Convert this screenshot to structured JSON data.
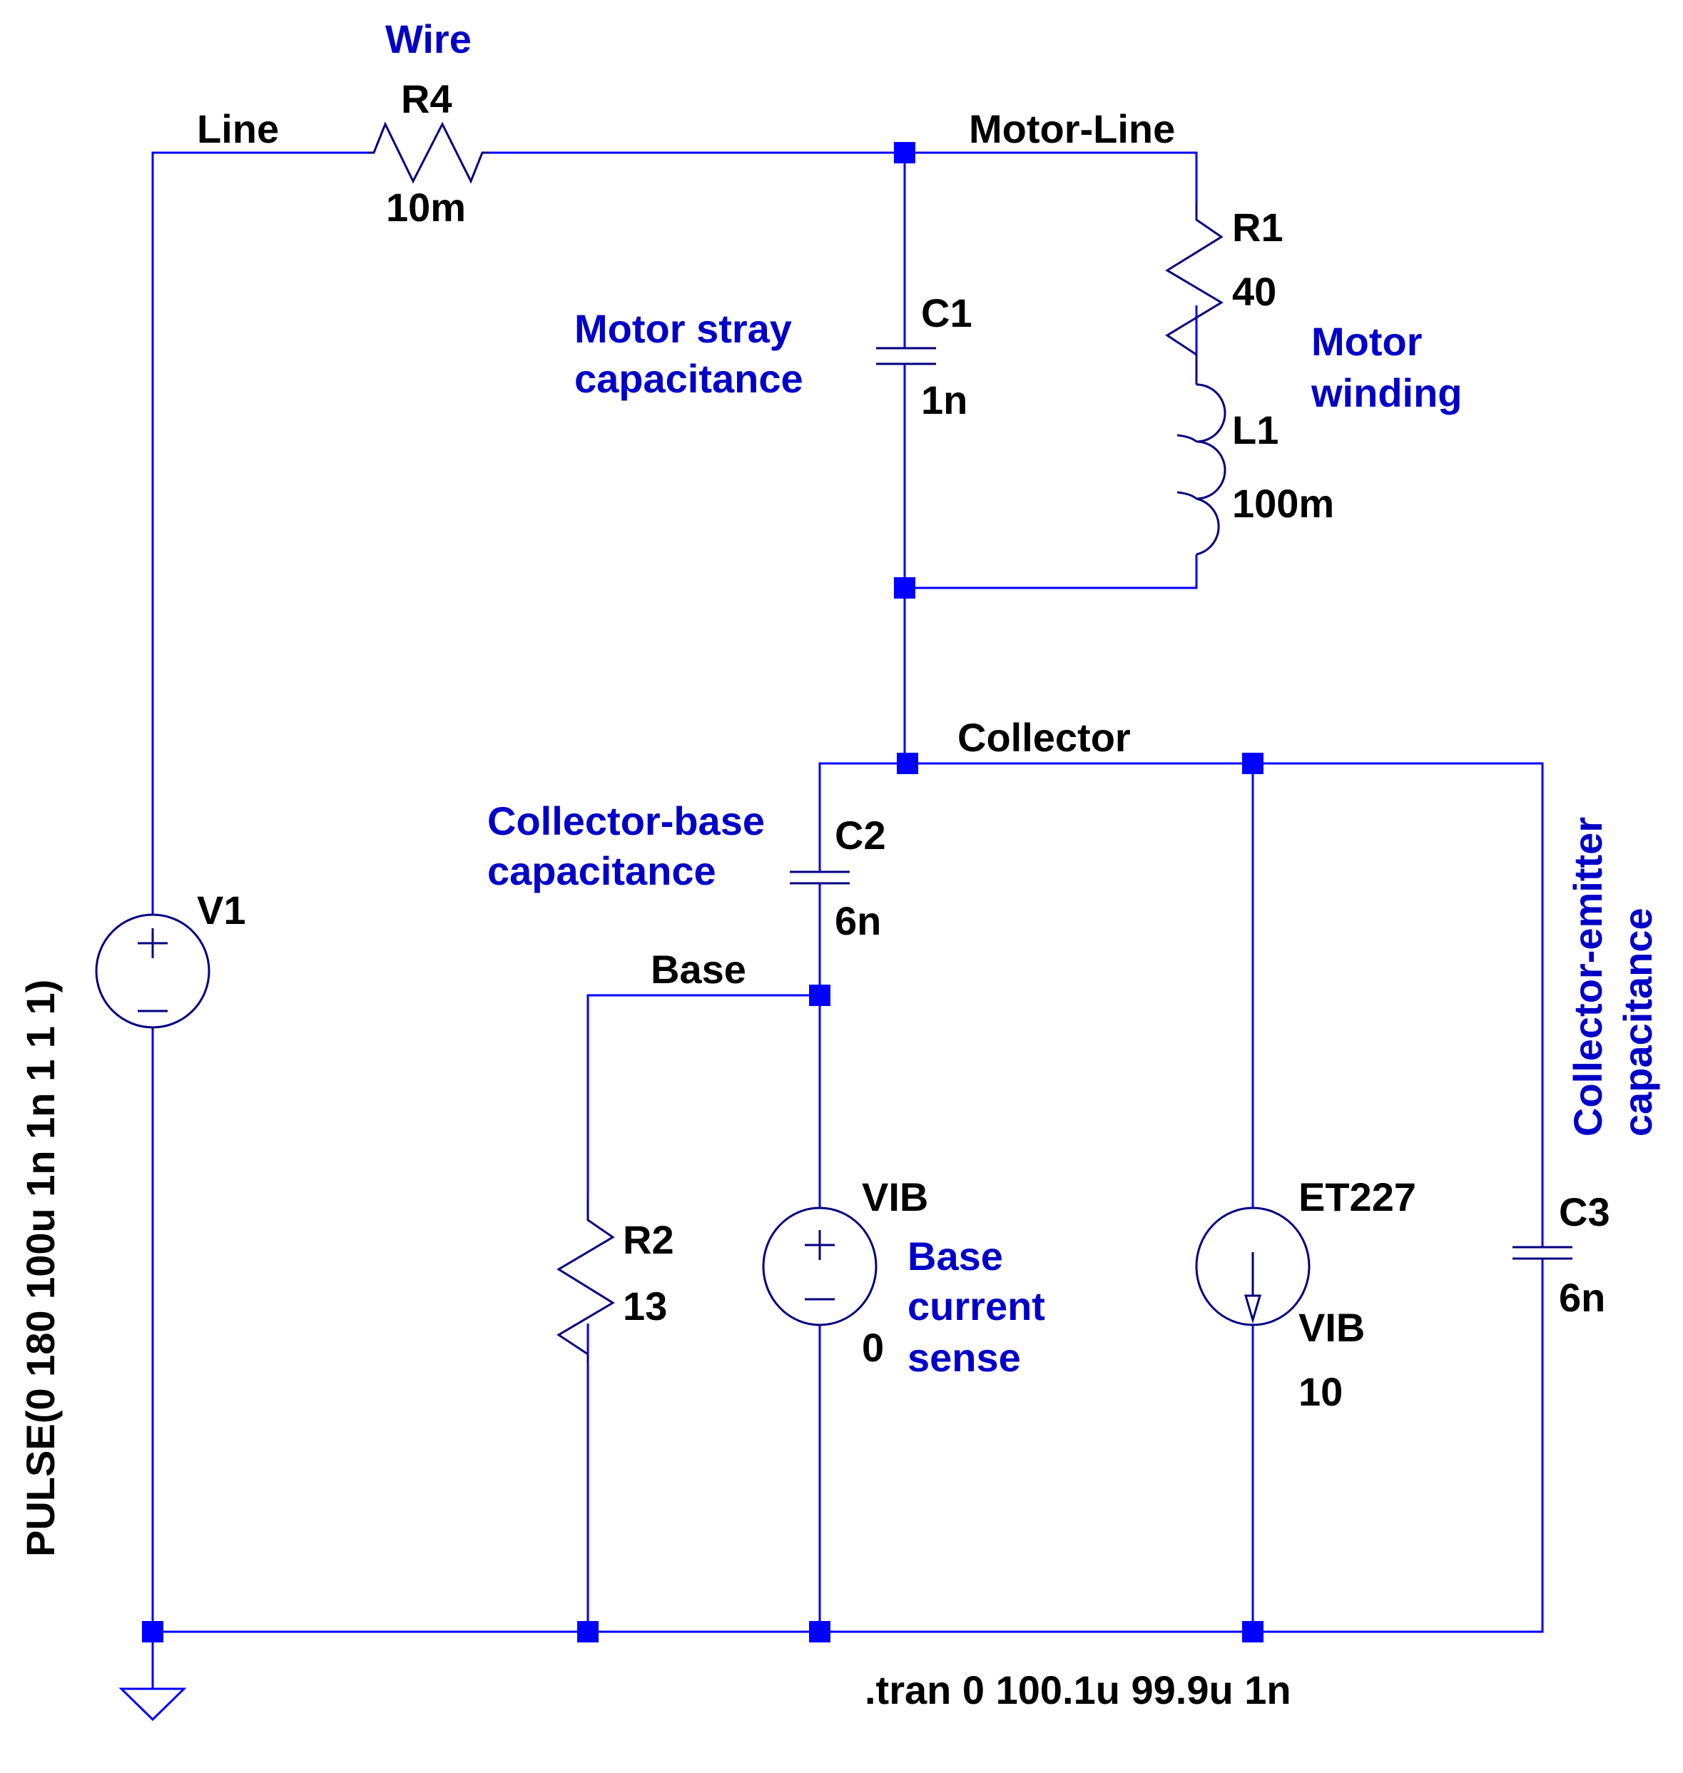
{
  "schematic": {
    "colors": {
      "wire": "#0000ff",
      "component": "#000080",
      "label": "#000000",
      "comment": "#0000c8"
    },
    "nets": {
      "line": "Line",
      "motor_line": "Motor-Line",
      "collector": "Collector",
      "base": "Base"
    },
    "components": {
      "r4": {
        "name": "R4",
        "value": "10m",
        "comment": "Wire"
      },
      "r1": {
        "name": "R1",
        "value": "40"
      },
      "l1": {
        "name": "L1",
        "value": "100m"
      },
      "motor_winding_comment": [
        "Motor",
        "winding"
      ],
      "c1": {
        "name": "C1",
        "value": "1n",
        "comment": [
          "Motor stray",
          "capacitance"
        ]
      },
      "c2": {
        "name": "C2",
        "value": "6n",
        "comment": [
          "Collector-base",
          "capacitance"
        ]
      },
      "c3": {
        "name": "C3",
        "value": "6n",
        "comment": [
          "Collector-emitter",
          "capacitance"
        ]
      },
      "v1": {
        "name": "V1",
        "value": "PULSE(0 180 100u 1n 1n 1 1 1)"
      },
      "r2": {
        "name": "R2",
        "value": "13"
      },
      "vib": {
        "name": "VIB",
        "value": "0",
        "comment": [
          "Base",
          "current",
          "sense"
        ]
      },
      "et227": {
        "name": "ET227",
        "control": "VIB",
        "gain": "10"
      }
    },
    "directive": ".tran 0 100.1u 99.9u 1n"
  }
}
